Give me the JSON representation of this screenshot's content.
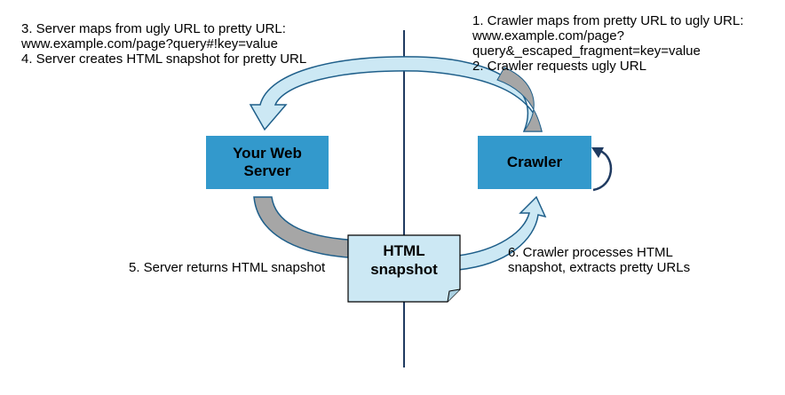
{
  "notes": {
    "server_top": {
      "line1": "3. Server maps from ugly URL to pretty URL:",
      "line2": "www.example.com/page?query#!key=value",
      "line3": "4. Server creates HTML snapshot for pretty URL"
    },
    "crawler_top": {
      "line1": "1. Crawler maps from pretty URL to ugly URL:",
      "line2": "www.example.com/page?",
      "line3": "query&_escaped_fragment=key=value",
      "line4": "2. Crawler requests ugly URL"
    },
    "server_returns": "5. Server returns HTML snapshot",
    "crawler_processes": {
      "line1": "6. Crawler processes HTML",
      "line2": "snapshot, extracts pretty URLs"
    }
  },
  "nodes": {
    "server": {
      "line1": "Your Web",
      "line2": "Server"
    },
    "crawler": {
      "label": "Crawler"
    },
    "snapshot": {
      "line1": "HTML",
      "line2": "snapshot"
    }
  },
  "colors": {
    "box_fill": "#3399cc",
    "arrow_light": "#cce8f4",
    "arrow_gray": "#a6a6a6",
    "arrow_stroke": "#1f5f8a",
    "doc_fill": "#cce8f4",
    "divider": "#1f3a60"
  }
}
